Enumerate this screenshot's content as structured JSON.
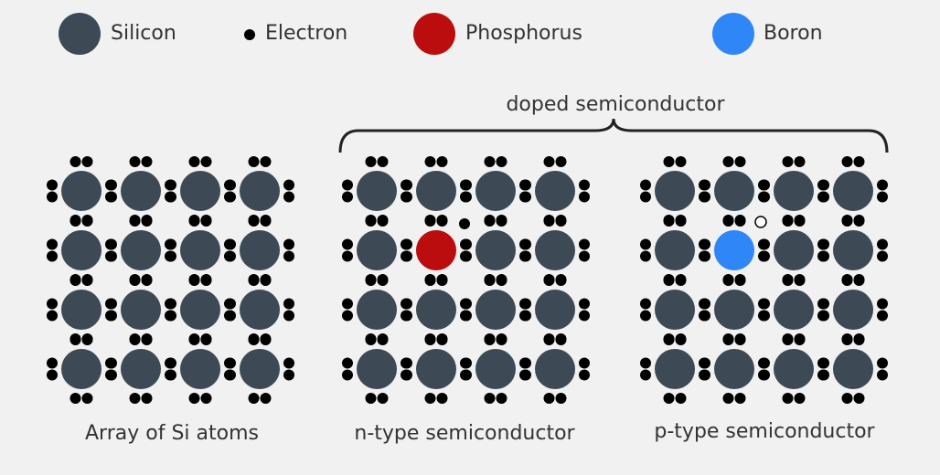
{
  "colors": {
    "background": "#f1f1f1",
    "silicon": "#3d4a55",
    "electron": "#000000",
    "phosphorus": "#bb0d0d",
    "boron": "#2f86f7",
    "hole_fill": "#ffffff",
    "hole_stroke": "#000000",
    "text": "#333333"
  },
  "legend": {
    "silicon": "Silicon",
    "electron": "Electron",
    "phosphorus": "Phosphorus",
    "boron": "Boron"
  },
  "bracket_label": "doped semiconductor",
  "panels": [
    {
      "id": "si",
      "label": "Array of Si atoms",
      "rows": 4,
      "cols": 4,
      "dopant": null
    },
    {
      "id": "n",
      "label": "n-type semiconductor",
      "rows": 4,
      "cols": 4,
      "dopant": {
        "type": "phosphorus",
        "row": 2,
        "col": 2,
        "extra": "electron"
      }
    },
    {
      "id": "p",
      "label": "p-type semiconductor",
      "rows": 4,
      "cols": 4,
      "dopant": {
        "type": "boron",
        "row": 2,
        "col": 2,
        "extra": "hole"
      }
    }
  ]
}
